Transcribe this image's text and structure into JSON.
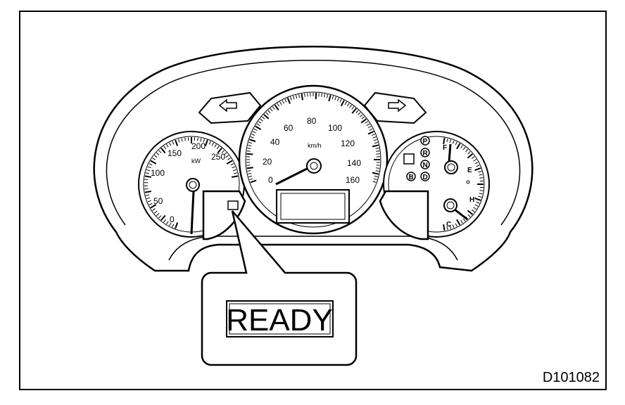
{
  "figure_code": "D101082",
  "callout": {
    "text": "READY"
  },
  "power_gauge": {
    "unit": "kW",
    "labels": [
      "0",
      "50",
      "100",
      "150",
      "200",
      "250"
    ]
  },
  "speedometer": {
    "unit": "km/h",
    "labels": [
      "0",
      "20",
      "40",
      "60",
      "80",
      "100",
      "120",
      "140",
      "160"
    ]
  },
  "shift_indicator": {
    "positions": [
      "P",
      "R",
      "N",
      "D",
      "B"
    ]
  },
  "fuel_gauge": {
    "full": "F",
    "empty": "E"
  },
  "temp_gauge": {
    "hot": "H",
    "cold": "C"
  }
}
